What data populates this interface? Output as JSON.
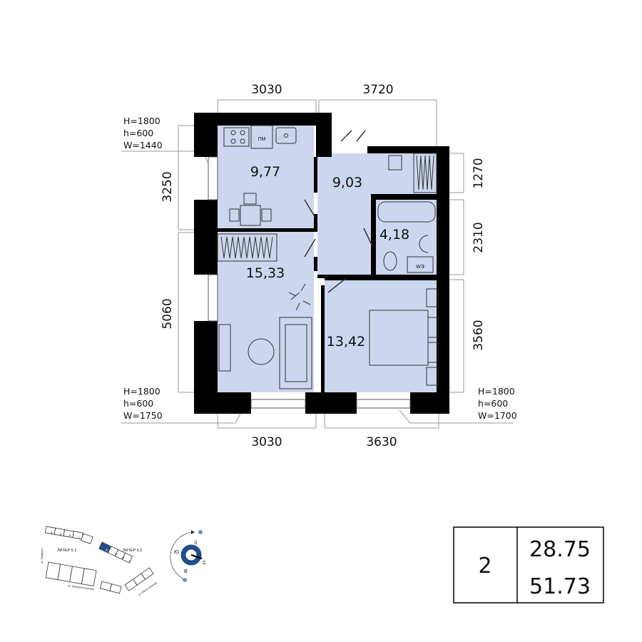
{
  "colors": {
    "room_fill": "#ccd6ee",
    "wall": "#000000",
    "accent": "#1f4f8a"
  },
  "rooms": {
    "kitchen": "9,77",
    "hall": "9,03",
    "bathroom": "4,18",
    "living": "15,33",
    "bedroom": "13,42"
  },
  "fixtures": {
    "fridge": "ПМ",
    "washer": "WЭ"
  },
  "dimensions": {
    "top_left": "3030",
    "top_right": "3720",
    "left_top": "3250",
    "left_bottom": "5060",
    "right_1": "1270",
    "right_2": "2310",
    "right_3": "3560",
    "bottom_left": "3030",
    "bottom_right": "3630"
  },
  "windows": {
    "kitchen": {
      "H": "H=1800",
      "h": "h=600",
      "W": "W=1440"
    },
    "living": {
      "H": "H=1800",
      "h": "h=600",
      "W": "W=1750"
    },
    "bedroom": {
      "H": "H=1800",
      "h": "h=600",
      "W": "W=1700"
    }
  },
  "site_plan": {
    "sections": [
      "А",
      "Б",
      "В",
      "Г",
      "Д",
      "Е",
      "Ж",
      "З"
    ],
    "selected": "Д",
    "liter_1": "ЛИТЕР 5.1",
    "liter_2": "ЛИТЕР 5.2",
    "streets": [
      "ул. Звездная",
      "ул. Адмирала Крюкова",
      "ул. Магистральная"
    ]
  },
  "compass": {
    "n": "С",
    "s": "Ю",
    "e": "В",
    "w": "З"
  },
  "summary": {
    "rooms": "2",
    "living_area": "28.75",
    "total_area": "51.73"
  }
}
